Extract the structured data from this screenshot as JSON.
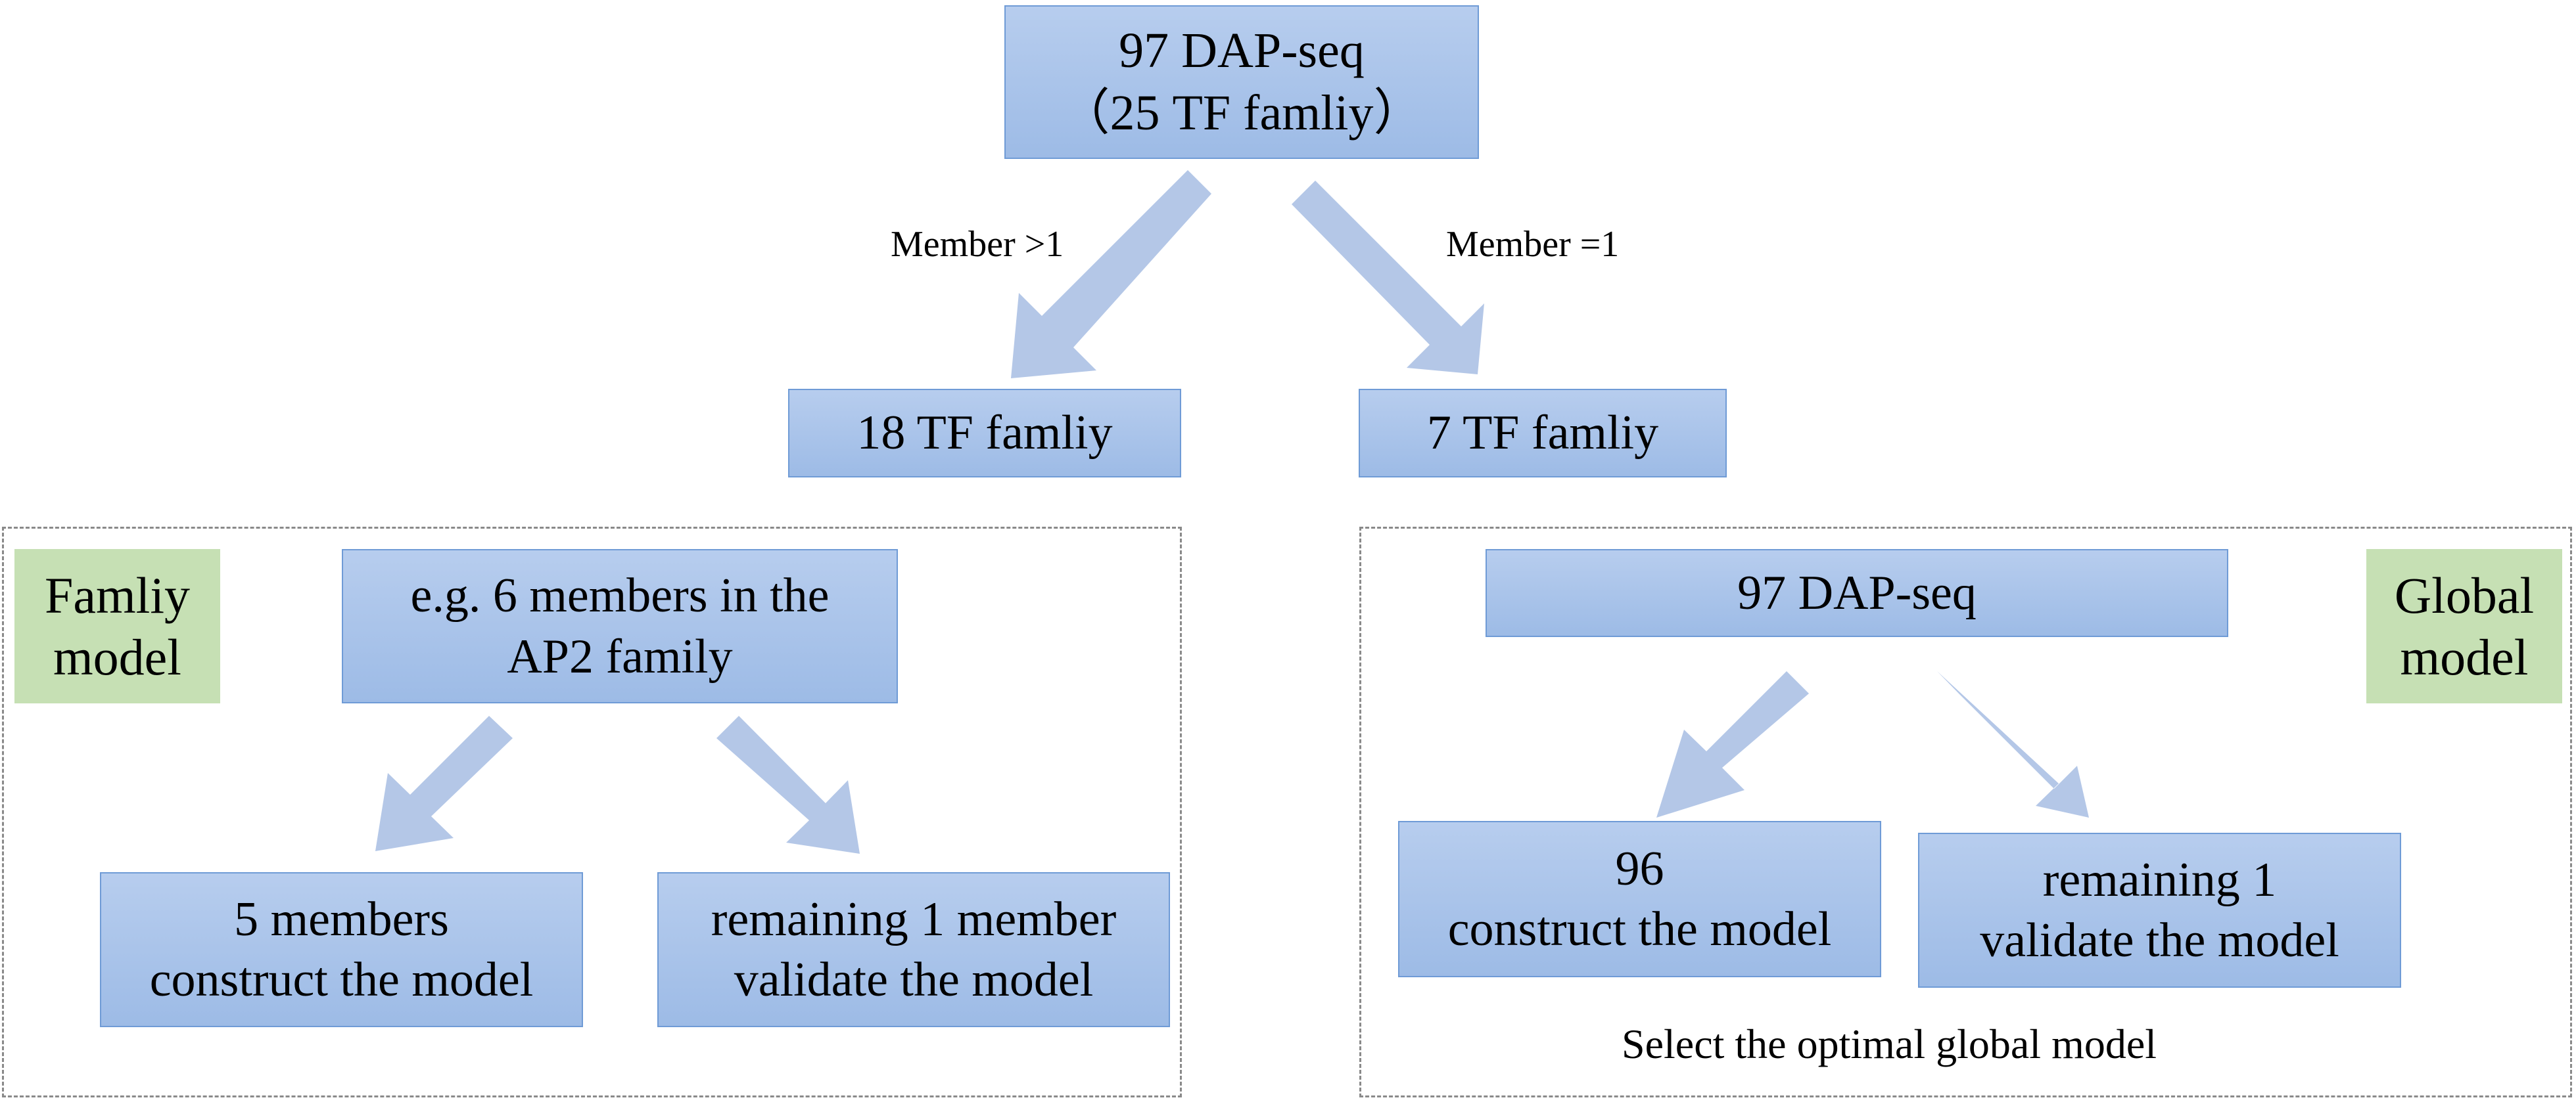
{
  "root": {
    "line1": "97 DAP-seq",
    "line2": "（25 TF famliy）"
  },
  "branches": {
    "left_label": "Member >1",
    "right_label": "Member =1",
    "left_box": "18 TF famliy",
    "right_box": "7 TF famliy"
  },
  "family_model": {
    "tag_line1": "Famliy",
    "tag_line2": "model",
    "example_line1": "e.g. 6 members in the",
    "example_line2": "AP2 family",
    "construct_line1": "5 members",
    "construct_line2": "construct the model",
    "validate_line1": "remaining 1 member",
    "validate_line2": "validate the model"
  },
  "global_model": {
    "tag_line1": "Global",
    "tag_line2": "model",
    "top_box": "97  DAP-seq",
    "construct_line1": "96",
    "construct_line2": "construct the model",
    "validate_line1": "remaining 1",
    "validate_line2": "validate the model",
    "caption": "Select the optimal global model"
  },
  "colors": {
    "box_fill_top": "#b7cdee",
    "box_fill_bottom": "#9dbbe6",
    "box_border": "#6f9bd6",
    "arrow": "#b4c7e7",
    "tag_fill": "#c6e0b4",
    "dashed_border": "#8a8a8a"
  }
}
